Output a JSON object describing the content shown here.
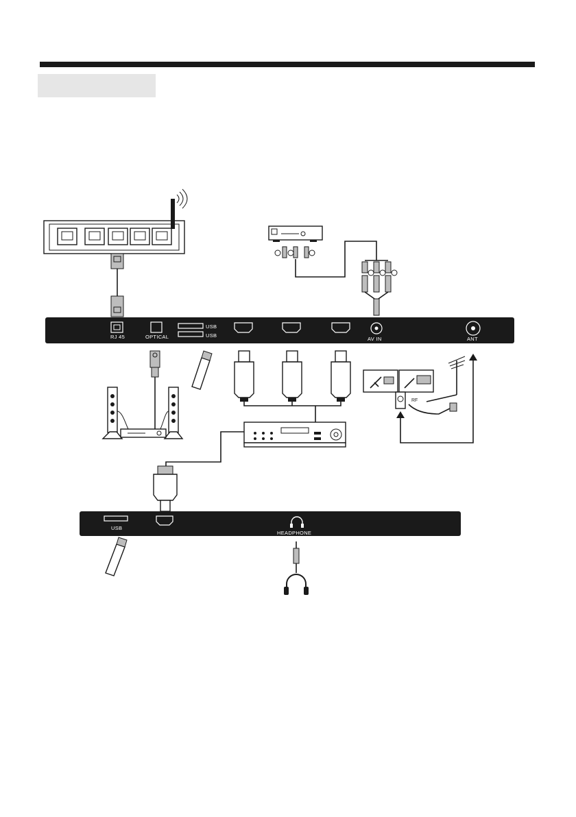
{
  "panels": {
    "top_ports": {
      "rj45": "RJ 45",
      "optical": "OPTICAL",
      "usb1": "USB",
      "usb2": "USB",
      "av_in": "AV IN",
      "ant": "ANT"
    },
    "side_ports": {
      "usb": "USB",
      "headphone": "HEADPHONE"
    },
    "rf_label": "RF"
  },
  "colors": {
    "panel": "#1a1a1a",
    "tab": "#e6e6e6",
    "line": "#1a1a1a"
  }
}
